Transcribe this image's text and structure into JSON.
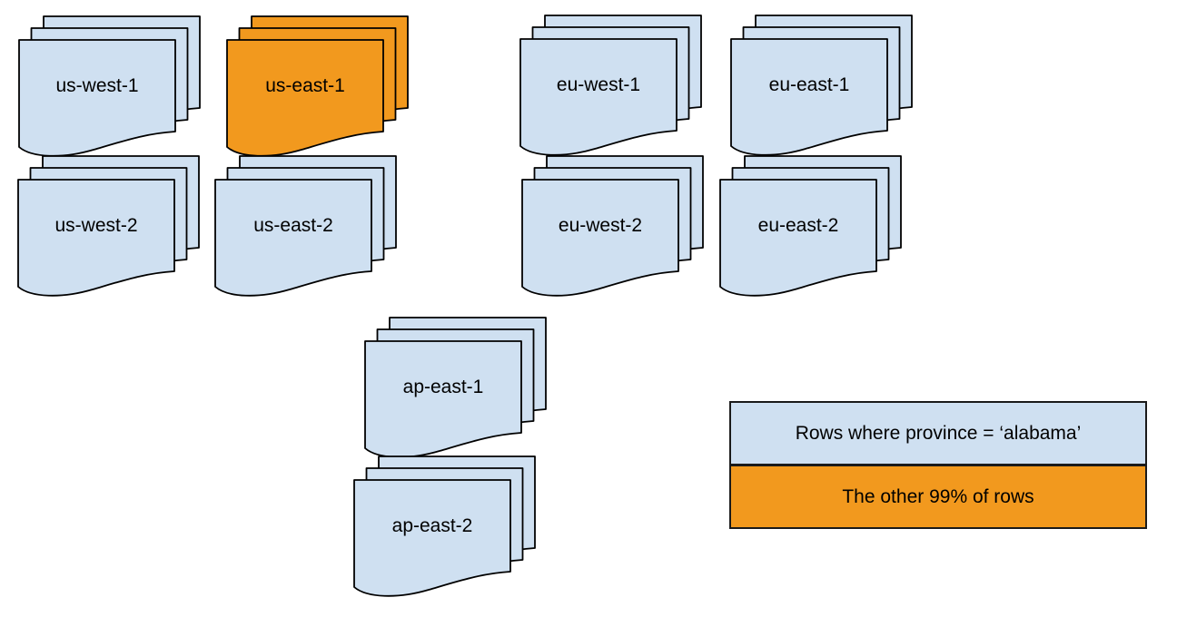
{
  "colors": {
    "region_fill": "#cfe0f1",
    "highlight_fill": "#f2991e",
    "stroke": "#000000",
    "text": "#000000"
  },
  "stacks": [
    {
      "label": "us-west-1",
      "highlighted": false
    },
    {
      "label": "us-east-1",
      "highlighted": true
    },
    {
      "label": "eu-west-1",
      "highlighted": false
    },
    {
      "label": "eu-east-1",
      "highlighted": false
    },
    {
      "label": "us-west-2",
      "highlighted": false
    },
    {
      "label": "us-east-2",
      "highlighted": false
    },
    {
      "label": "eu-west-2",
      "highlighted": false
    },
    {
      "label": "eu-east-2",
      "highlighted": false
    },
    {
      "label": "ap-east-1",
      "highlighted": false
    },
    {
      "label": "ap-east-2",
      "highlighted": false
    }
  ],
  "legend": {
    "items": [
      {
        "label": "Rows where province = ‘alabama’",
        "color_key": "region_fill"
      },
      {
        "label": "The other 99% of rows",
        "color_key": "highlight_fill"
      }
    ]
  }
}
